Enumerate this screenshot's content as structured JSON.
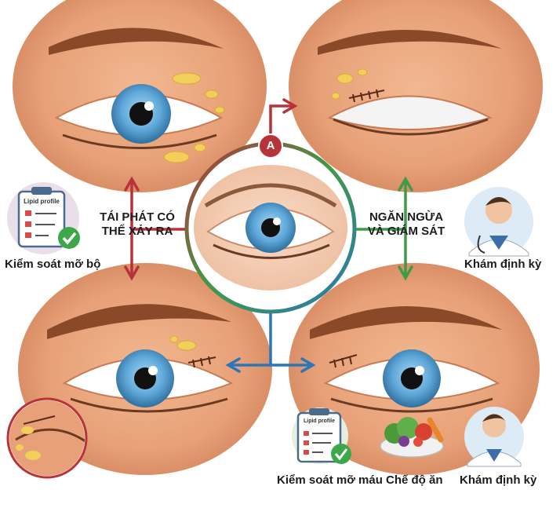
{
  "center_badge": "A",
  "left_label": {
    "line1": "TÁI PHÁT CÓ",
    "line2": "THỂ XẢY RA"
  },
  "right_label": {
    "line1": "NGĂN NGỪA",
    "line2": "VÀ GIÁM SÁT"
  },
  "left_caption": "Kiểm soát mỡ bộ",
  "right_caption": "Khám định kỳ",
  "bottom_captions": {
    "lipid": "Kiểm soát mỡ máu",
    "diet": "Chế độ ăn",
    "checkup": "Khám định kỳ"
  },
  "clipboard_title": "Lipid profile",
  "colors": {
    "skin": "#e9a57a",
    "skin_dark": "#c97a52",
    "iris": "#5ea7d8",
    "arrow_red": "#b8323a",
    "arrow_green": "#3e9b47",
    "arrow_blue": "#2a76b9",
    "plaque": "#f2cf5a",
    "check_green": "#3ca84a"
  },
  "icons": [
    "clipboard-icon",
    "check-icon",
    "doctor-icon",
    "vegetable-bowl-icon",
    "magnifier-icon"
  ]
}
